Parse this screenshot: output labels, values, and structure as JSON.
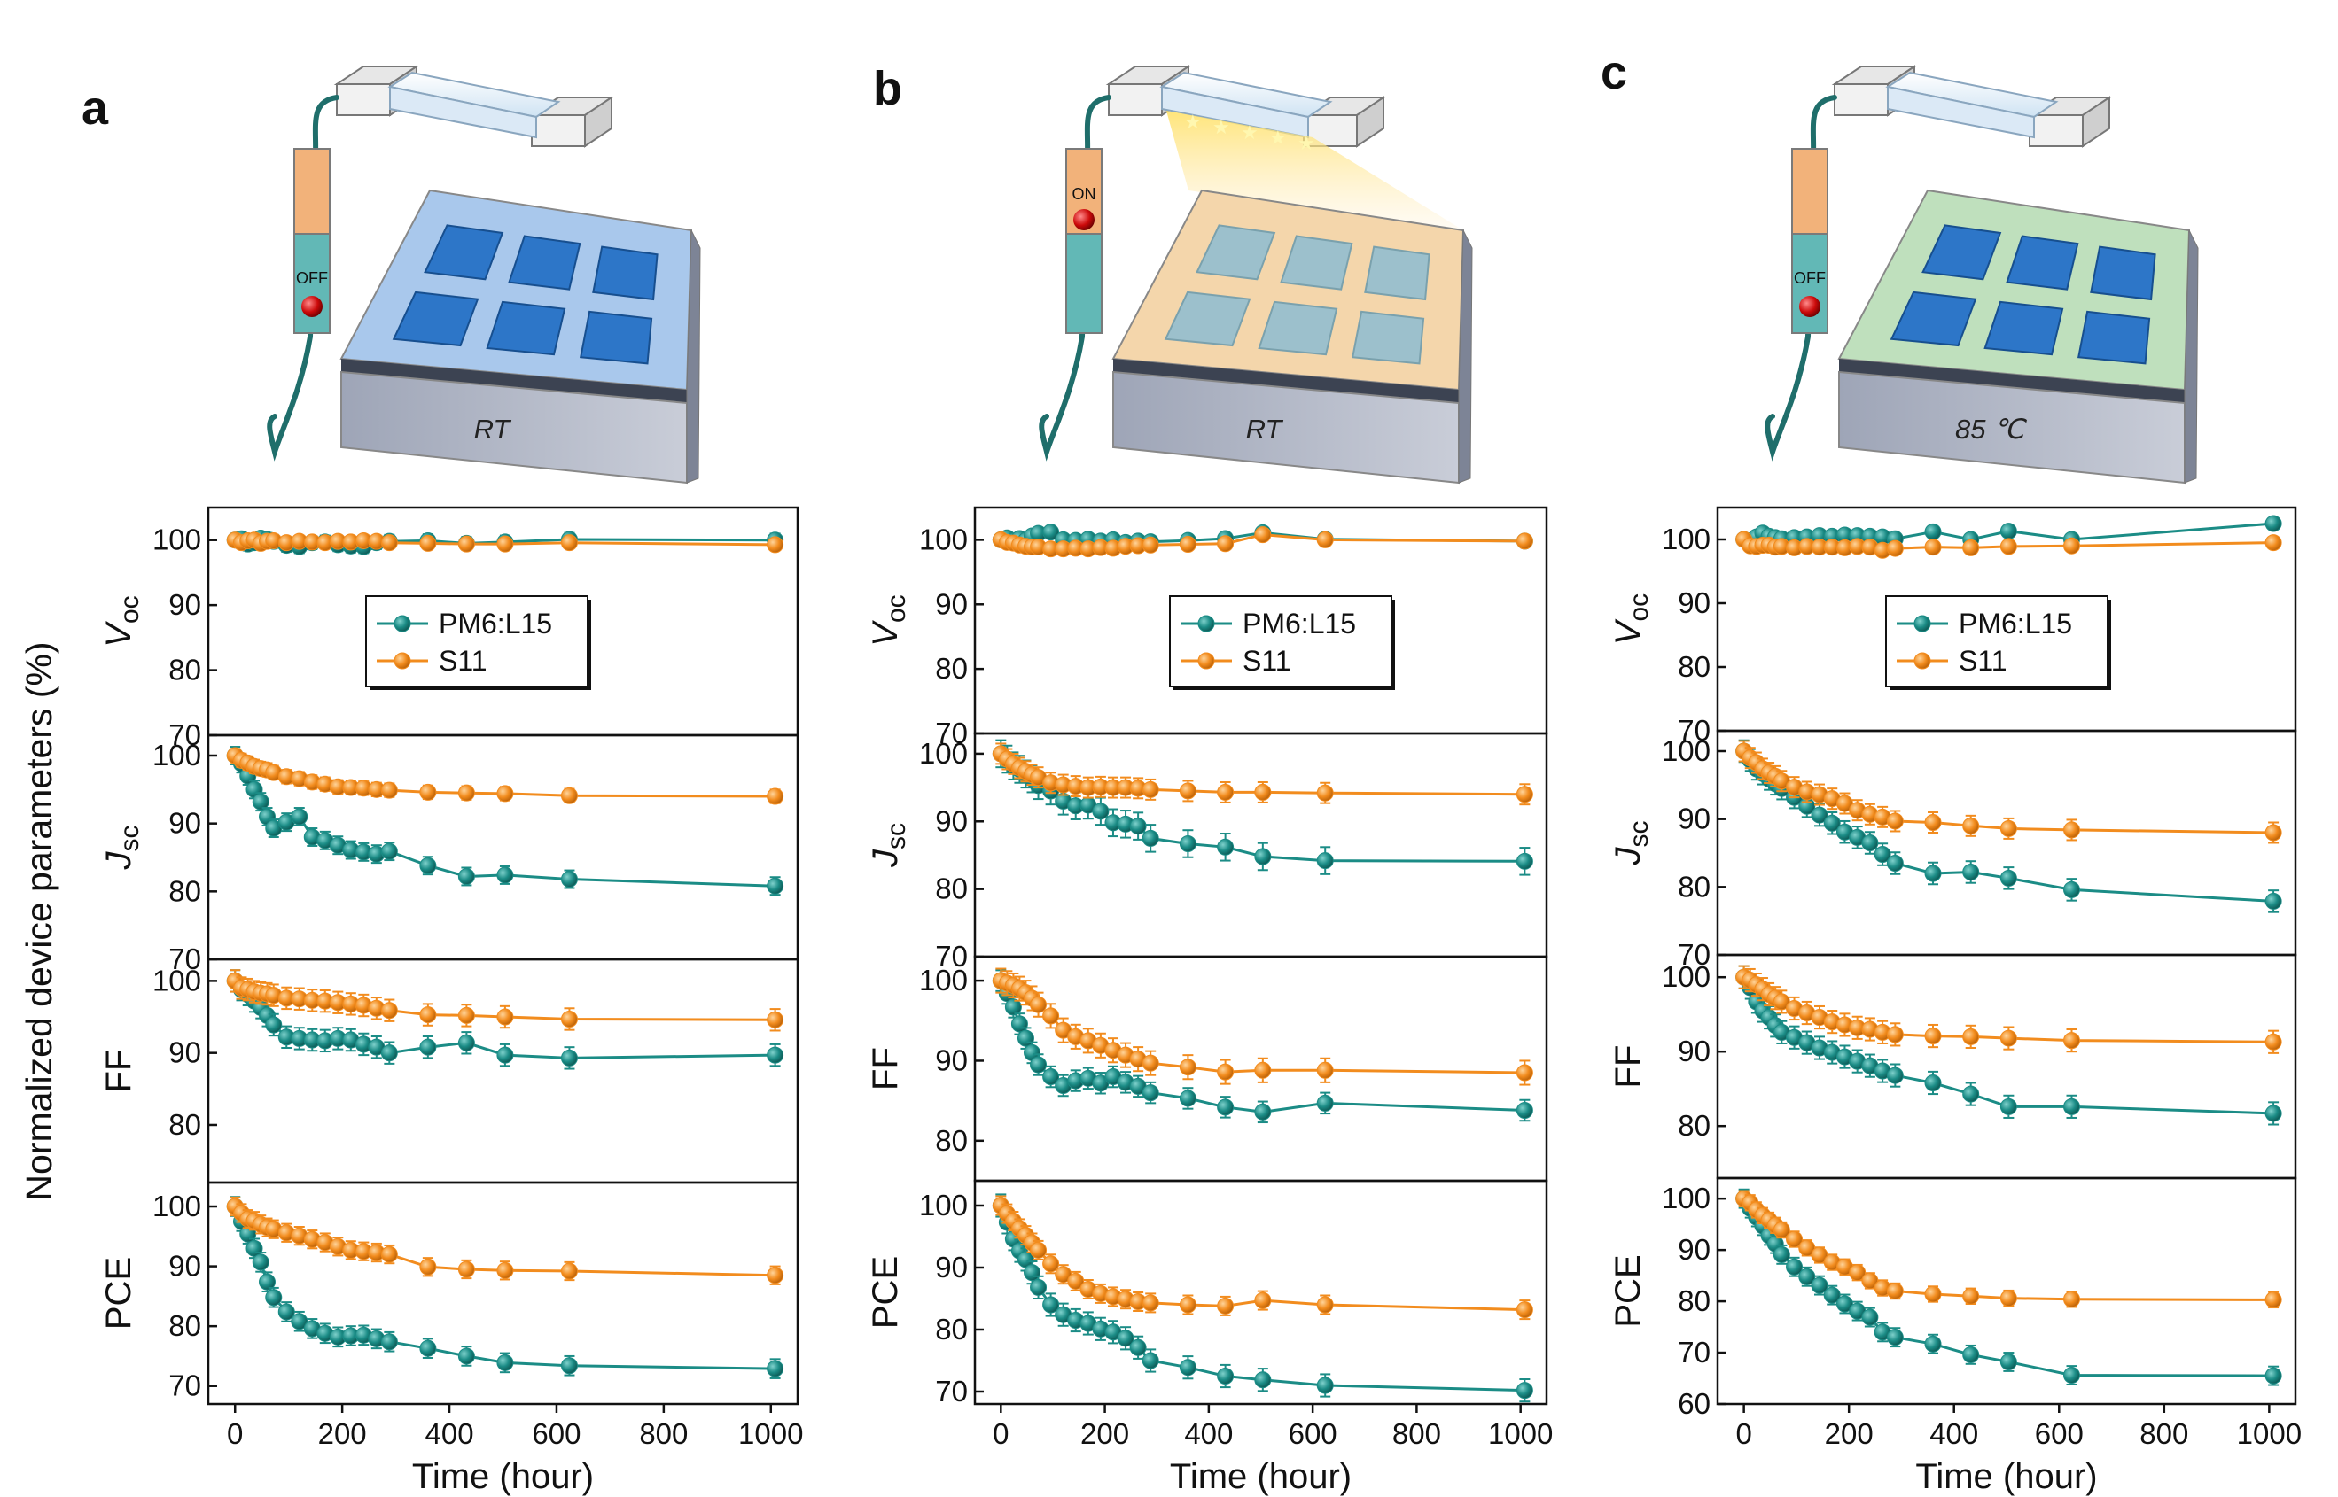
{
  "figure": {
    "panel_labels": [
      "a",
      "b",
      "c"
    ],
    "y_axis_label": "Normalized device parameters (%)",
    "x_axis_label": "Time (hour)",
    "row_labels": [
      {
        "main": "V",
        "sub": "oc",
        "italic": true
      },
      {
        "main": "J",
        "sub": "sc",
        "italic": true
      },
      {
        "main": "FF",
        "sub": "",
        "italic": false
      },
      {
        "main": "PCE",
        "sub": "",
        "italic": false
      }
    ],
    "legend": [
      "PM6:L15",
      "S11"
    ],
    "colors": {
      "PM6:L15": "#1b8c86",
      "S11": "#f28c1e"
    }
  },
  "illustrations": [
    {
      "switch_text": "OFF",
      "stage_text": "RT",
      "light": "off",
      "top_tint": "#a9c8ec"
    },
    {
      "switch_text": "ON",
      "stage_text": "RT",
      "light": "on",
      "top_tint": "#f4d6ab"
    },
    {
      "switch_text": "OFF",
      "stage_text": "85 ℃",
      "light": "off",
      "top_tint": "#bfe0bd"
    }
  ],
  "chart_data": [
    {
      "type": "line",
      "panel": "a",
      "x": [
        0,
        12,
        24,
        36,
        48,
        60,
        72,
        96,
        120,
        144,
        168,
        192,
        216,
        240,
        264,
        288,
        360,
        432,
        504,
        624,
        1008
      ],
      "xlim": [
        -50,
        1050
      ],
      "xticks": [
        0,
        200,
        400,
        600,
        800,
        1000
      ],
      "rows": [
        {
          "name": "Voc",
          "ylim": [
            70,
            105
          ],
          "yticks": [
            70,
            80,
            90,
            100
          ],
          "series": [
            {
              "name": "PM6:L15",
              "values": [
                100.0,
                100.2,
                99.4,
                99.6,
                100.3,
                100.1,
                99.8,
                99.2,
                99.0,
                99.6,
                99.7,
                99.3,
                99.1,
                99.0,
                99.6,
                99.8,
                99.9,
                99.5,
                99.7,
                100.1,
                100.0
              ],
              "err": 1.0
            },
            {
              "name": "S11",
              "values": [
                100.0,
                99.6,
                99.9,
                100.0,
                99.5,
                99.8,
                99.9,
                99.6,
                99.8,
                99.7,
                99.6,
                99.8,
                99.7,
                99.9,
                99.8,
                99.6,
                99.5,
                99.4,
                99.4,
                99.6,
                99.3
              ],
              "err": 0.8
            }
          ]
        },
        {
          "name": "Jsc",
          "ylim": [
            70,
            103
          ],
          "yticks": [
            70,
            80,
            90,
            100
          ],
          "series": [
            {
              "name": "PM6:L15",
              "values": [
                100.0,
                98.8,
                97.0,
                95.0,
                93.2,
                91.0,
                89.3,
                90.2,
                91.0,
                88.0,
                87.5,
                86.8,
                86.1,
                85.8,
                85.5,
                85.9,
                83.8,
                82.2,
                82.4,
                81.8,
                80.8
              ],
              "err": 1.3
            },
            {
              "name": "S11",
              "values": [
                100.0,
                99.3,
                98.9,
                98.4,
                98.1,
                97.9,
                97.5,
                96.9,
                96.6,
                96.1,
                95.8,
                95.4,
                95.3,
                95.2,
                95.0,
                94.9,
                94.6,
                94.5,
                94.4,
                94.1,
                94.0
              ],
              "err": 1.0
            }
          ]
        },
        {
          "name": "FF",
          "ylim": [
            72,
            103
          ],
          "yticks": [
            80,
            90,
            100
          ],
          "series": [
            {
              "name": "PM6:L15",
              "values": [
                100.0,
                98.8,
                98.1,
                97.2,
                96.3,
                95.2,
                93.9,
                92.2,
                92.0,
                91.8,
                91.7,
                92.0,
                91.8,
                91.2,
                90.8,
                90.0,
                90.8,
                91.4,
                89.7,
                89.3,
                89.7
              ],
              "err": 1.5
            },
            {
              "name": "S11",
              "values": [
                100.0,
                99.0,
                98.8,
                98.5,
                98.3,
                98.2,
                98.0,
                97.6,
                97.5,
                97.3,
                97.2,
                97.0,
                96.8,
                96.6,
                96.2,
                95.9,
                95.3,
                95.2,
                95.0,
                94.7,
                94.6
              ],
              "err": 1.5
            }
          ]
        },
        {
          "name": "PCE",
          "ylim": [
            67,
            104
          ],
          "yticks": [
            70,
            80,
            90,
            100
          ],
          "series": [
            {
              "name": "PM6:L15",
              "values": [
                100.0,
                97.5,
                95.4,
                93.0,
                90.7,
                87.4,
                84.8,
                82.4,
                80.8,
                79.6,
                78.8,
                78.2,
                78.4,
                78.5,
                77.9,
                77.4,
                76.3,
                75.0,
                73.9,
                73.4,
                72.9
              ],
              "err": 1.6
            },
            {
              "name": "S11",
              "values": [
                100.0,
                98.9,
                97.9,
                97.6,
                97.0,
                96.5,
                96.2,
                95.6,
                95.1,
                94.5,
                94.0,
                93.3,
                92.7,
                92.5,
                92.3,
                92.0,
                89.9,
                89.5,
                89.3,
                89.2,
                88.5
              ],
              "err": 1.5
            }
          ]
        }
      ]
    },
    {
      "type": "line",
      "panel": "b",
      "x": [
        0,
        12,
        24,
        36,
        48,
        60,
        72,
        96,
        120,
        144,
        168,
        192,
        216,
        240,
        264,
        288,
        360,
        432,
        504,
        624,
        1008
      ],
      "xlim": [
        -50,
        1050
      ],
      "xticks": [
        0,
        200,
        400,
        600,
        800,
        1000
      ],
      "rows": [
        {
          "name": "Voc",
          "ylim": [
            70,
            105
          ],
          "yticks": [
            70,
            80,
            90,
            100
          ],
          "series": [
            {
              "name": "PM6:L15",
              "values": [
                100.0,
                100.3,
                99.8,
                100.2,
                99.9,
                100.6,
                101.0,
                101.2,
                100.0,
                99.9,
                100.1,
                99.8,
                100.0,
                99.6,
                99.8,
                99.7,
                99.9,
                100.2,
                101.1,
                100.1,
                99.8
              ],
              "err": 0.8
            },
            {
              "name": "S11",
              "values": [
                100.0,
                99.6,
                99.5,
                99.2,
                99.0,
                98.9,
                98.9,
                98.6,
                98.6,
                98.7,
                98.6,
                98.8,
                98.7,
                99.0,
                99.1,
                99.2,
                99.3,
                99.4,
                100.8,
                100.0,
                99.8
              ],
              "err": 0.8
            }
          ]
        },
        {
          "name": "Jsc",
          "ylim": [
            70,
            103
          ],
          "yticks": [
            70,
            80,
            90,
            100
          ],
          "series": [
            {
              "name": "PM6:L15",
              "values": [
                100.0,
                99.2,
                98.2,
                97.7,
                97.0,
                96.3,
                95.3,
                94.5,
                93.0,
                92.3,
                92.4,
                91.5,
                89.8,
                89.6,
                89.3,
                87.5,
                86.7,
                86.2,
                84.8,
                84.2,
                84.1
              ],
              "err": 2.0
            },
            {
              "name": "S11",
              "values": [
                100.0,
                99.2,
                98.5,
                97.9,
                97.4,
                96.9,
                96.5,
                95.7,
                95.4,
                95.2,
                95.0,
                95.1,
                95.0,
                95.0,
                94.9,
                94.7,
                94.5,
                94.3,
                94.3,
                94.2,
                94.0
              ],
              "err": 1.5
            }
          ]
        },
        {
          "name": "FF",
          "ylim": [
            75,
            103
          ],
          "yticks": [
            80,
            90,
            100
          ],
          "series": [
            {
              "name": "PM6:L15",
              "values": [
                100.0,
                98.4,
                96.7,
                94.6,
                92.8,
                91.0,
                89.5,
                88.0,
                86.9,
                87.5,
                87.8,
                87.2,
                88.0,
                87.3,
                86.8,
                86.0,
                85.3,
                84.2,
                83.6,
                84.7,
                83.8
              ],
              "err": 1.3
            },
            {
              "name": "S11",
              "values": [
                100.0,
                99.7,
                99.4,
                99.0,
                98.5,
                97.8,
                97.0,
                95.6,
                93.8,
                93.0,
                92.5,
                91.9,
                91.3,
                90.7,
                90.2,
                89.7,
                89.2,
                88.6,
                88.8,
                88.8,
                88.5
              ],
              "err": 1.5
            }
          ]
        },
        {
          "name": "PCE",
          "ylim": [
            68,
            104
          ],
          "yticks": [
            70,
            80,
            90,
            100
          ],
          "series": [
            {
              "name": "PM6:L15",
              "values": [
                100.0,
                97.3,
                94.6,
                92.7,
                91.3,
                89.2,
                86.8,
                84.0,
                82.4,
                81.5,
                81.0,
                80.1,
                79.6,
                78.6,
                77.1,
                75.0,
                73.9,
                72.5,
                71.9,
                71.0,
                70.2
              ],
              "err": 1.8
            },
            {
              "name": "S11",
              "values": [
                100.0,
                98.7,
                97.5,
                96.3,
                95.2,
                94.0,
                92.8,
                90.6,
                88.9,
                87.8,
                86.5,
                85.8,
                85.3,
                84.9,
                84.5,
                84.3,
                84.0,
                83.8,
                84.7,
                84.0,
                83.2
              ],
              "err": 1.5
            }
          ]
        }
      ]
    },
    {
      "type": "line",
      "panel": "c",
      "x": [
        0,
        12,
        24,
        36,
        48,
        60,
        72,
        96,
        120,
        144,
        168,
        192,
        216,
        240,
        264,
        288,
        360,
        432,
        504,
        624,
        1008
      ],
      "xlim": [
        -50,
        1050
      ],
      "xticks": [
        0,
        200,
        400,
        600,
        800,
        1000
      ],
      "rows": [
        {
          "name": "Voc",
          "ylim": [
            70,
            105
          ],
          "yticks": [
            70,
            80,
            90,
            100
          ],
          "series": [
            {
              "name": "PM6:L15",
              "values": [
                100.0,
                99.8,
                100.4,
                101.0,
                100.5,
                100.3,
                100.1,
                100.3,
                100.4,
                100.6,
                100.5,
                100.7,
                100.6,
                100.5,
                100.4,
                100.1,
                101.2,
                100.0,
                101.3,
                100.0,
                102.5
              ],
              "err": 0.8
            },
            {
              "name": "S11",
              "values": [
                100.0,
                99.0,
                98.9,
                99.1,
                99.1,
                98.8,
                98.9,
                98.7,
                98.9,
                98.8,
                98.8,
                98.7,
                98.9,
                98.8,
                98.3,
                98.6,
                98.8,
                98.7,
                98.9,
                99.0,
                99.5
              ],
              "err": 0.8
            }
          ]
        },
        {
          "name": "Jsc",
          "ylim": [
            70,
            103
          ],
          "yticks": [
            70,
            80,
            90,
            100
          ],
          "series": [
            {
              "name": "PM6:L15",
              "values": [
                100.0,
                98.7,
                97.4,
                96.7,
                95.9,
                95.2,
                94.5,
                93.2,
                91.9,
                90.6,
                89.4,
                88.1,
                87.3,
                86.5,
                84.8,
                83.5,
                82.0,
                82.2,
                81.3,
                79.6,
                77.9
              ],
              "err": 1.6
            },
            {
              "name": "S11",
              "values": [
                100.0,
                99.0,
                98.3,
                97.4,
                96.8,
                96.3,
                95.6,
                94.7,
                94.0,
                93.6,
                93.0,
                92.3,
                91.3,
                90.7,
                90.3,
                89.7,
                89.5,
                89.0,
                88.6,
                88.4,
                88.0
              ],
              "err": 1.5
            }
          ]
        },
        {
          "name": "FF",
          "ylim": [
            73,
            103
          ],
          "yticks": [
            80,
            90,
            100
          ],
          "series": [
            {
              "name": "PM6:L15",
              "values": [
                100.0,
                98.6,
                96.7,
                95.5,
                94.6,
                93.5,
                92.6,
                91.9,
                91.2,
                90.5,
                89.9,
                89.3,
                88.7,
                88.1,
                87.4,
                86.8,
                85.8,
                84.3,
                82.6,
                82.6,
                81.7
              ],
              "err": 1.5
            },
            {
              "name": "S11",
              "values": [
                100.0,
                99.6,
                99.0,
                98.4,
                97.7,
                97.2,
                96.7,
                95.8,
                95.2,
                94.6,
                94.0,
                93.6,
                93.2,
                93.0,
                92.6,
                92.3,
                92.1,
                92.0,
                91.8,
                91.5,
                91.3
              ],
              "err": 1.5
            }
          ]
        },
        {
          "name": "PCE",
          "ylim": [
            60,
            104
          ],
          "yticks": [
            60,
            70,
            80,
            90,
            100
          ],
          "series": [
            {
              "name": "PM6:L15",
              "values": [
                100.0,
                98.1,
                96.4,
                94.7,
                92.8,
                91.2,
                89.1,
                86.7,
                84.8,
                83.1,
                81.2,
                79.5,
                78.1,
                76.9,
                74.0,
                73.0,
                71.7,
                69.6,
                68.2,
                65.6,
                65.5
              ],
              "err": 1.8
            },
            {
              "name": "S11",
              "values": [
                100.0,
                99.2,
                97.8,
                96.7,
                95.8,
                94.8,
                93.9,
                92.1,
                90.4,
                89.0,
                87.6,
                86.7,
                85.6,
                84.0,
                82.6,
                82.0,
                81.4,
                81.0,
                80.6,
                80.4,
                80.3
              ],
              "err": 1.5
            }
          ]
        }
      ]
    }
  ]
}
